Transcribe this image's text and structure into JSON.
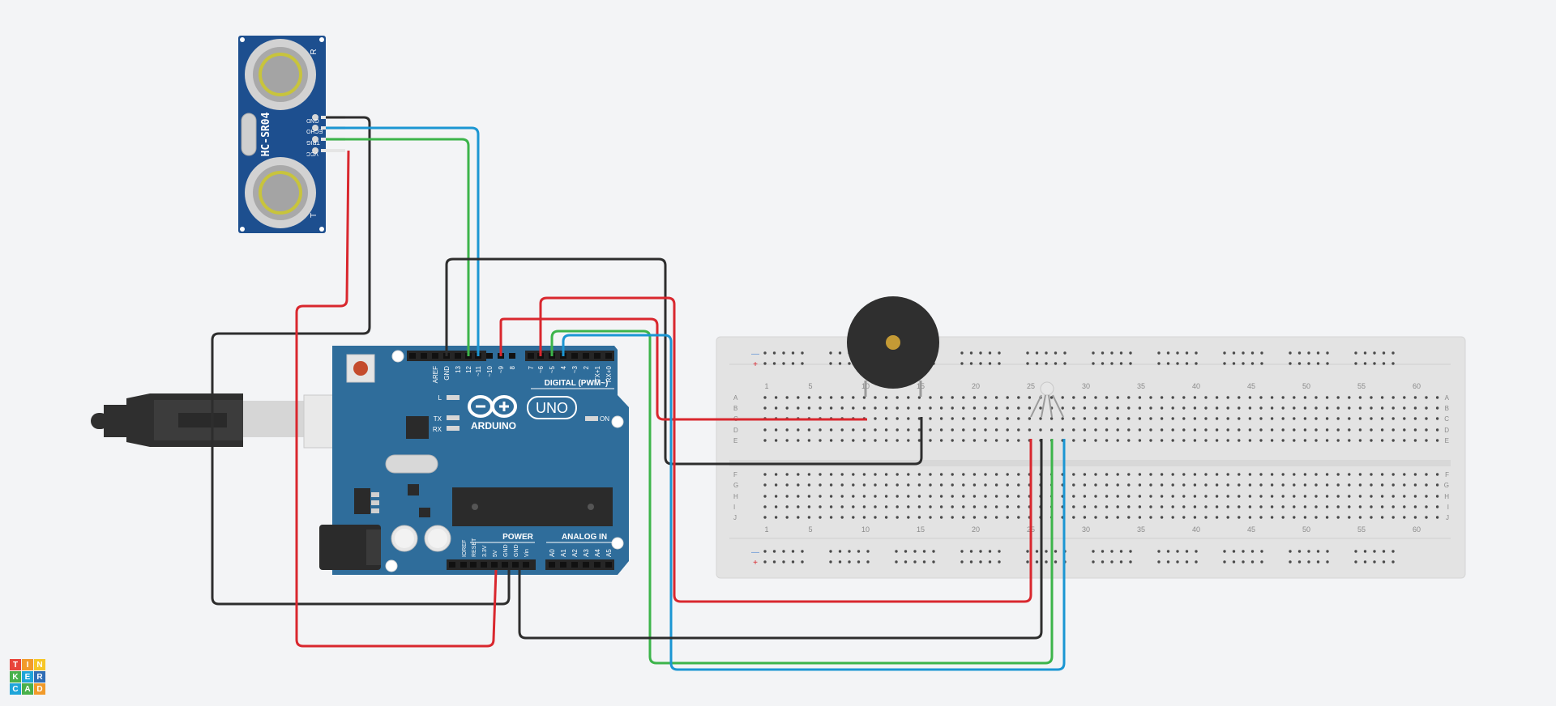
{
  "sensor": {
    "model": "HC-SR04",
    "pins": [
      "GND",
      "ECHO",
      "TRIG",
      "VCC"
    ],
    "side_labels": [
      "R",
      "T"
    ]
  },
  "arduino": {
    "logo_text": "ARDUINO",
    "badge": "UNO",
    "digital_header": "DIGITAL (PWM~)",
    "top_pins": [
      "AREF",
      "GND",
      "13",
      "12",
      "~11",
      "~10",
      "~9",
      "8",
      "7",
      "~6",
      "~5",
      "4",
      "~3",
      "2",
      "TX+1",
      "RX+0"
    ],
    "led_labels": [
      "L",
      "TX",
      "RX"
    ],
    "on_label": "ON",
    "power_header": "POWER",
    "analog_header": "ANALOG IN",
    "power_pins": [
      "IOREF",
      "RESET",
      "3.3V",
      "5V",
      "GND",
      "GND",
      "Vin"
    ],
    "analog_pins": [
      "A0",
      "A1",
      "A2",
      "A3",
      "A4",
      "A5"
    ]
  },
  "breadboard": {
    "column_numbers": [
      "1",
      "5",
      "10",
      "15",
      "20",
      "25",
      "30",
      "35",
      "40",
      "45",
      "50",
      "55",
      "60"
    ],
    "rows_top": [
      "A",
      "B",
      "C",
      "D",
      "E"
    ],
    "rows_bottom": [
      "F",
      "G",
      "H",
      "I",
      "J"
    ],
    "rail_minus": "—",
    "rail_plus": "+"
  },
  "logo": {
    "letters": [
      "T",
      "I",
      "N",
      "K",
      "E",
      "R",
      "C",
      "A",
      "D"
    ],
    "colors": [
      "#e8443a",
      "#f19a2a",
      "#f6c627",
      "#49b04b",
      "#1ea5d9",
      "#2f6db5",
      "#1ea5d9",
      "#49b04b",
      "#f19a2a"
    ]
  },
  "wire_colors": {
    "red": "#d9272e",
    "black": "#2d2d2d",
    "green": "#3cb44a",
    "blue": "#1b96d3"
  }
}
